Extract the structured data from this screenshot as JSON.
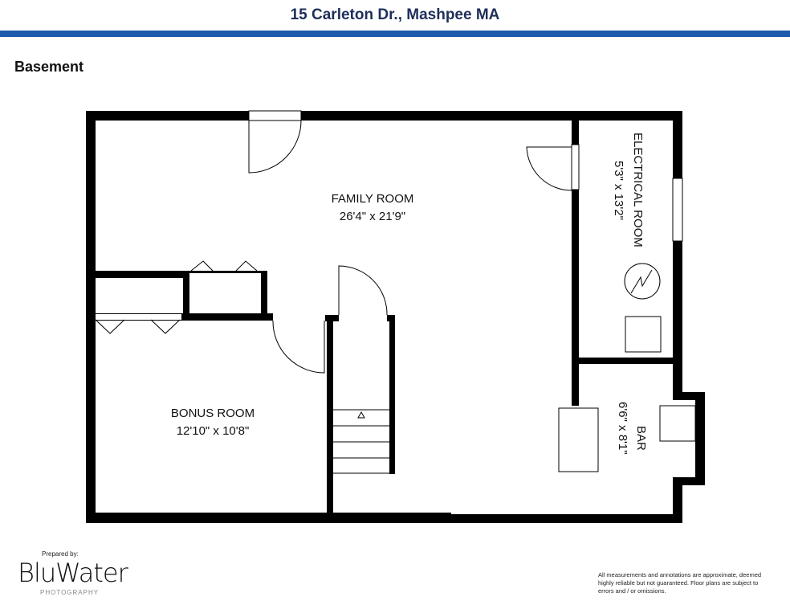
{
  "header": {
    "title": "15 Carleton Dr., Mashpee MA",
    "accent_color": "#1c5cab"
  },
  "floor_name": "Basement",
  "rooms": [
    {
      "name": "FAMILY ROOM",
      "dims": "26'4\" x 21'9\""
    },
    {
      "name": "ELECTRICAL ROOM",
      "dims": "5'3\" x 13'2\""
    },
    {
      "name": "BONUS ROOM",
      "dims": "12'10\" x 10'8\""
    },
    {
      "name": "BAR",
      "dims": "6'6\" x 8'1\""
    }
  ],
  "footer": {
    "prepared_by": "Prepared by:",
    "logo": "BluWater",
    "logo_sub": "PHOTOGRAPHY",
    "disclaimer": "All measurements and annotations are approximate, deemed highly reliable but not guaranteed. Floor plans are subject to errors and / or omissions."
  }
}
